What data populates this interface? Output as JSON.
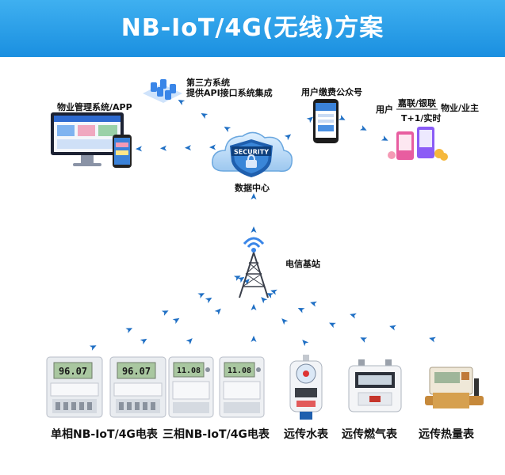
{
  "title": "NB-IoT/4G(无线)方案",
  "labels": {
    "property_system": "物业管理系统/APP",
    "third_party_line1": "第三方系统",
    "third_party_line2": "提供API接口系统集成",
    "payment_account": "用户缴费公众号",
    "user": "用户",
    "pay_channel_line1": "嘉联/银联",
    "pay_channel_line2": "T+1/实时",
    "owner": "物业/业主",
    "data_center": "数据中心",
    "security": "SECURITY",
    "base_station": "电信基站"
  },
  "devices": {
    "single_phase": "单相NB-IoT/4G电表",
    "three_phase": "三相NB-IoT/4G电表",
    "water": "远传水表",
    "gas": "远传燃气表",
    "heat": "远传热量表"
  },
  "meter_readings": {
    "single_a": "96.07",
    "single_b": "96.07",
    "three_a": "11.08",
    "three_b": "11.08"
  },
  "colors": {
    "header": "#1a8fe0",
    "arrow": "#1f6fc4",
    "phone_screen": "#3b82d8"
  }
}
